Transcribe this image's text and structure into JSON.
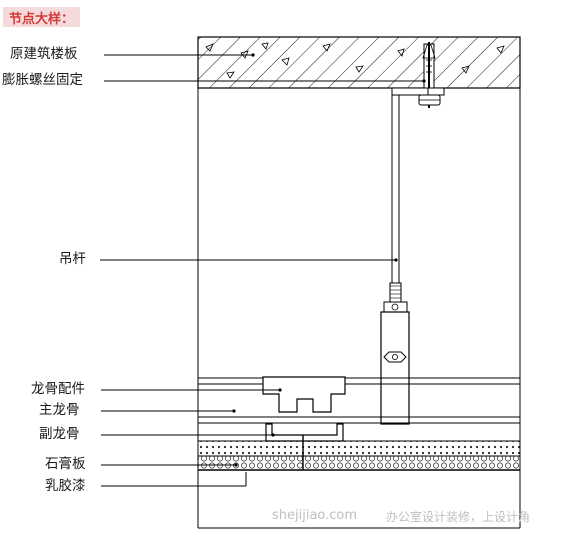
{
  "title": "节点大样：",
  "labels": {
    "slab": "原建筑楼板",
    "anchor": "膨胀螺丝固定",
    "rod": "吊杆",
    "connector": "龙骨配件",
    "main_keel": "主龙骨",
    "sub_keel": "副龙骨",
    "gypsum": "石膏板",
    "paint": "乳胶漆"
  },
  "watermark": {
    "site": "shejijiao.com",
    "slogan": "办公室设计装修，上设计角"
  }
}
